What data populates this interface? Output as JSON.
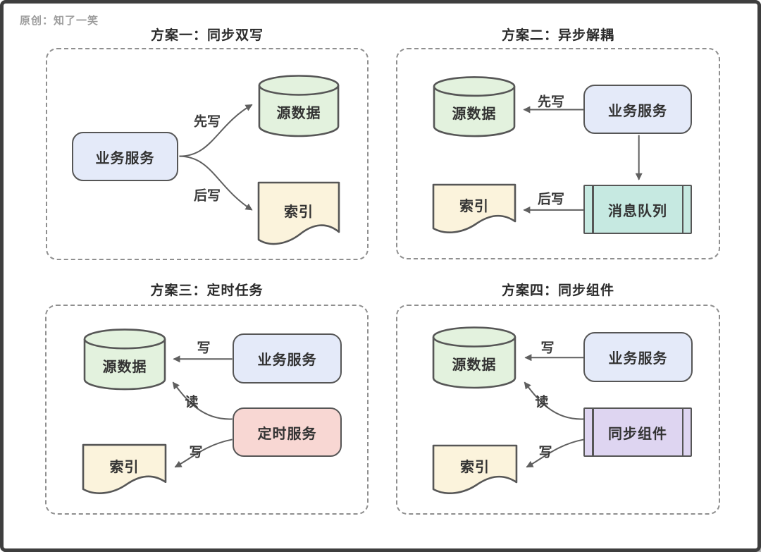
{
  "watermark": "原创：知了一笑",
  "colors": {
    "frame": "#3e3e3e",
    "shape_stroke": "#565656",
    "arrow": "#5f5f5f",
    "service_fill": "#E4EAF9",
    "source_fill": "#E3F2DE",
    "index_fill": "#FBF3DC",
    "queue_fill": "#C6E9E1",
    "timer_fill": "#F8D7D3",
    "sync_fill": "#DED5F1"
  },
  "panels": [
    {
      "title": "方案一：同步双写",
      "service": "业务服务",
      "source": "源数据",
      "index": "索引",
      "label_first": "先写",
      "label_second": "后写"
    },
    {
      "title": "方案二：异步解耦",
      "service": "业务服务",
      "source": "源数据",
      "queue": "消息队列",
      "index": "索引",
      "label_first": "先写",
      "label_second": "后写"
    },
    {
      "title": "方案三：定时任务",
      "service": "业务服务",
      "source": "源数据",
      "timer": "定时服务",
      "index": "索引",
      "label_write": "写",
      "label_read": "读",
      "label_write2": "写"
    },
    {
      "title": "方案四：同步组件",
      "service": "业务服务",
      "source": "源数据",
      "sync": "同步组件",
      "index": "索引",
      "label_write": "写",
      "label_read": "读",
      "label_write2": "写"
    }
  ]
}
